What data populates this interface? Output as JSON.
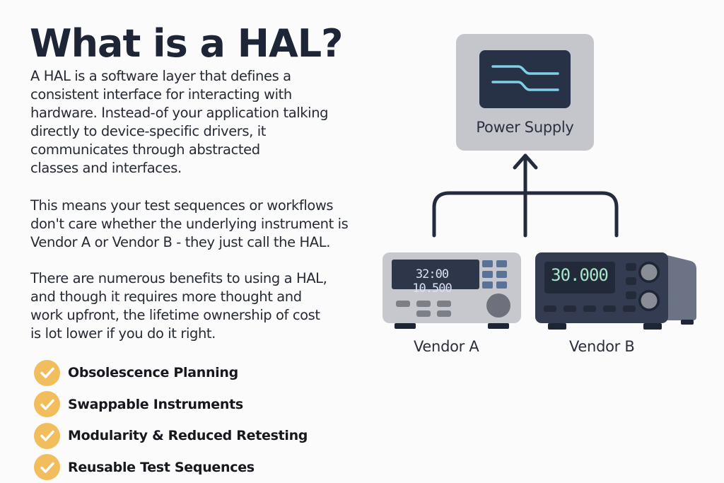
{
  "title": "What is a HAL?",
  "paragraphs": {
    "p1": [
      "A HAL is a software layer that defines a",
      "consistent interface for interacting with",
      "hardware. Instead-of your application talking",
      "directly to device-specific drivers, it",
      "communicates through abstracted",
      "classes and interfaces."
    ],
    "p2": [
      "This means your test sequences or workflows",
      "don't care whether the underlying instrument is",
      "Vendor A or Vendor B - they just call the HAL."
    ],
    "p3": [
      "There are numerous benefits to using a HAL,",
      "and though it requires more thought and",
      "work upfront, the lifetime ownership of cost",
      "is lot lower if you do it right."
    ]
  },
  "benefits": [
    {
      "label": "Obsolescence Planning",
      "icon": "check-circle-icon"
    },
    {
      "label": "Swappable Instruments",
      "icon": "check-circle-icon"
    },
    {
      "label": "Modularity & Reduced Retesting",
      "icon": "check-circle-icon"
    },
    {
      "label": "Reusable Test Sequences",
      "icon": "check-circle-icon"
    }
  ],
  "diagram": {
    "power_supply": {
      "label": "Power Supply",
      "icon": "power-waveform-icon"
    },
    "vendor_a": {
      "label": "Vendor A",
      "display": "32:00 10.500"
    },
    "vendor_b": {
      "label": "Vendor B",
      "display": "30.000"
    },
    "connector": "merge-arrow-up"
  },
  "colors": {
    "title": "#1e2536",
    "check_accent": "#f2bd5c",
    "psu_body": "#c5c6cb",
    "psu_screen": "#283246",
    "waveform": "#7fcfe6",
    "connector": "#232b3d",
    "vendor_a_body": "#c7c8cd",
    "vendor_b_body": "#333c51",
    "vendor_b_lcd_text": "#a8e6c8"
  }
}
